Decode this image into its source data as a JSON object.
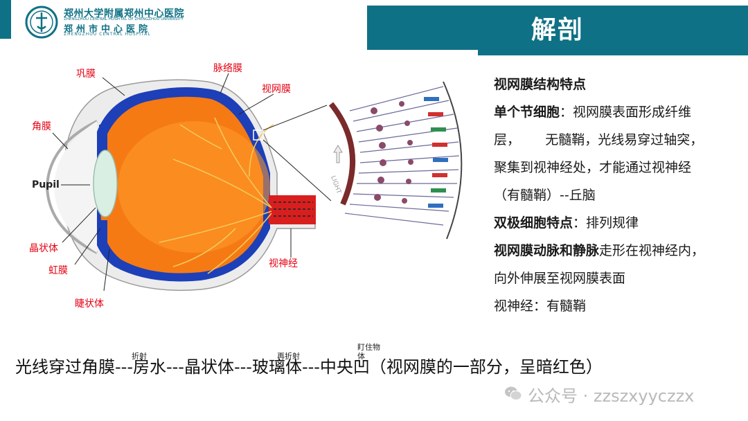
{
  "header": {
    "hospital_cn": "郑州大学附属郑州中心医院",
    "hospital_en": "ZHENGZHOU CENTRAL HOSPITAL OF ZHENGZHOU UNIVERSITY",
    "hospital_cn_short": "郑州市中心医院",
    "hospital_en_short": "ZHENGZHOU CENTRAL HOSPITAL",
    "section_title": "解剖"
  },
  "diagram": {
    "labels": {
      "sclera": "巩膜",
      "choroid": "脉络膜",
      "retina": "视网膜",
      "cornea": "角膜",
      "pupil": "Pupil",
      "lens": "晶状体",
      "iris": "虹膜",
      "ciliary": "睫状体",
      "optic_nerve": "视神经"
    },
    "light_label": "LIGHT",
    "colors": {
      "vitreous": "#f57a14",
      "choroid_blue": "#1d3fb8",
      "sclera_gray": "#e6e6e6",
      "vessel": "#f4c85a"
    }
  },
  "info": {
    "heading": "视网膜结构特点",
    "ganglion_label": "单个节细胞",
    "ganglion_line1": "：视网膜表面形成纤维",
    "ganglion_line2": "层，      无髓鞘，光线易穿过轴突，",
    "ganglion_line3": "聚集到视神经处，才能通过视神经",
    "ganglion_line4": "（有髓鞘）--丘脑",
    "bipolar_label": "双极细胞特点",
    "bipolar_text": "：排列规律",
    "vessel_label": "视网膜动脉和静脉",
    "vessel_line1": "走形在视神经内，",
    "vessel_line2": "向外伸展至视网膜表面",
    "optic_text": "视神经：有髓鞘"
  },
  "light_path": {
    "seg1": "光线穿过角膜",
    "seg2": "---房水---晶状体",
    "seg3": "---玻璃体",
    "seg4": "---中央凹（视网膜的一部分，呈暗红色）",
    "sup1": "折射",
    "sup2": "再折射",
    "sup3a": "盯住物",
    "sup3b": "体"
  },
  "watermark": {
    "text": "公众号 · zzszxyyczzx"
  }
}
